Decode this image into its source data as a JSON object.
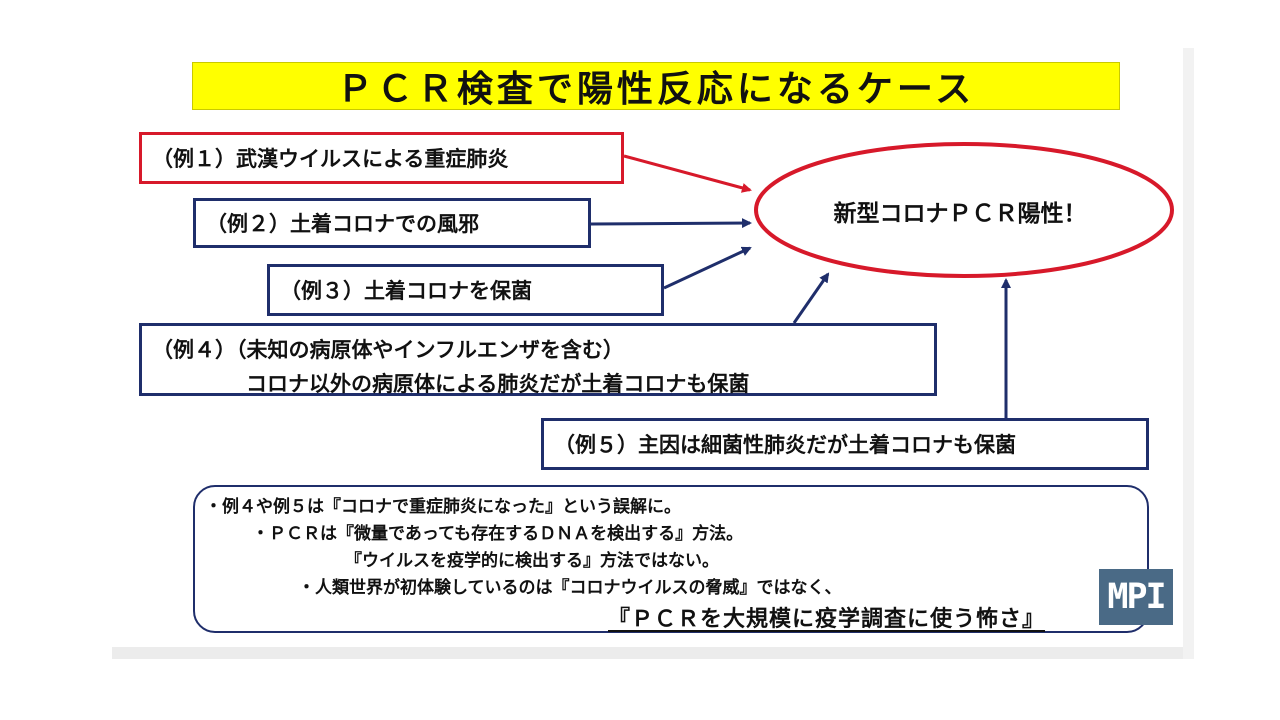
{
  "title": "ＰＣＲ検査で陽性反応になるケース",
  "result": "新型コロナＰＣＲ陽性！",
  "cases": {
    "case1": "（例１）武漢ウイルスによる重症肺炎",
    "case2": "（例２）土着コロナでの風邪",
    "case3": "（例３）土着コロナを保菌",
    "case4_line1": "（例４）（未知の病原体やインフルエンザを含む）",
    "case4_line2": "コロナ以外の病原体による肺炎だが土着コロナも保菌",
    "case5": "（例５）主因は細菌性肺炎だが土着コロナも保菌"
  },
  "notes": [
    "・例４や例５は『コロナで重症肺炎になった』という誤解に。",
    "・ＰＣＲは『微量であっても存在するＤＮＡを検出する』方法。",
    "『ウイルスを疫学的に検出する』方法ではない。",
    "・人類世界が初体験しているのは『コロナウイルスの脅威』ではなく、",
    "『ＰＣＲを大規模に疫学調査に使う怖さ』"
  ],
  "logo_text": "MPI",
  "colors": {
    "title_bg": "#ffff00",
    "red": "#d7192a",
    "navy": "#1f2e6b"
  }
}
